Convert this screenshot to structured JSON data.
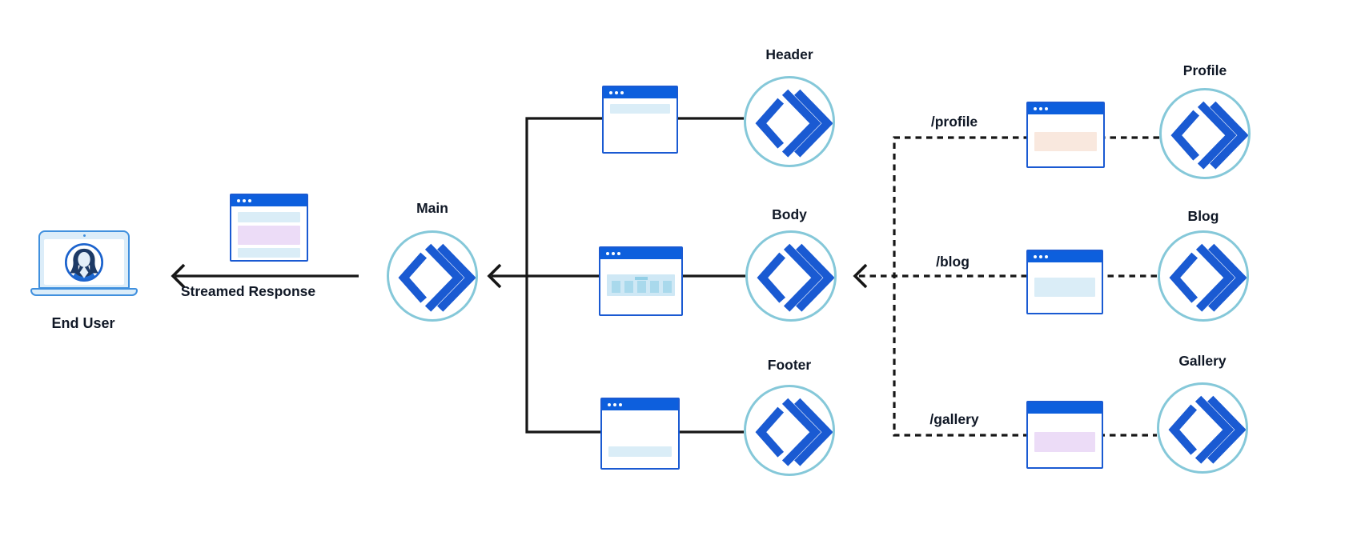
{
  "colors": {
    "blue": "#1a5ad2",
    "titlebar": "#0d5fdd",
    "circle_border": "#85c8d9",
    "light_blue_fill": "#daedf7",
    "lavender_fill": "#ecdcf7",
    "peach_fill": "#f9e8de",
    "panel_fill": "#cfe8f5",
    "panel_accent": "#a9d9ec",
    "panel_accent2": "#93cfe6",
    "line": "#161616",
    "label_text": "#101826",
    "laptop_blue": "#4090de",
    "laptop_fill": "#dcedf9",
    "avatar_navy": "#1d3a66",
    "avatar_blue": "#1e6ad2"
  },
  "end_user": {
    "label": "End User"
  },
  "stream": {
    "label": "Streamed Response"
  },
  "nodes": {
    "main": {
      "label": "Main"
    },
    "header": {
      "label": "Header"
    },
    "body": {
      "label": "Body"
    },
    "footer": {
      "label": "Footer"
    },
    "profile": {
      "label": "Profile",
      "path": "/profile"
    },
    "blog": {
      "label": "Blog",
      "path": "/blog"
    },
    "gallery": {
      "label": "Gallery",
      "path": "/gallery"
    }
  }
}
